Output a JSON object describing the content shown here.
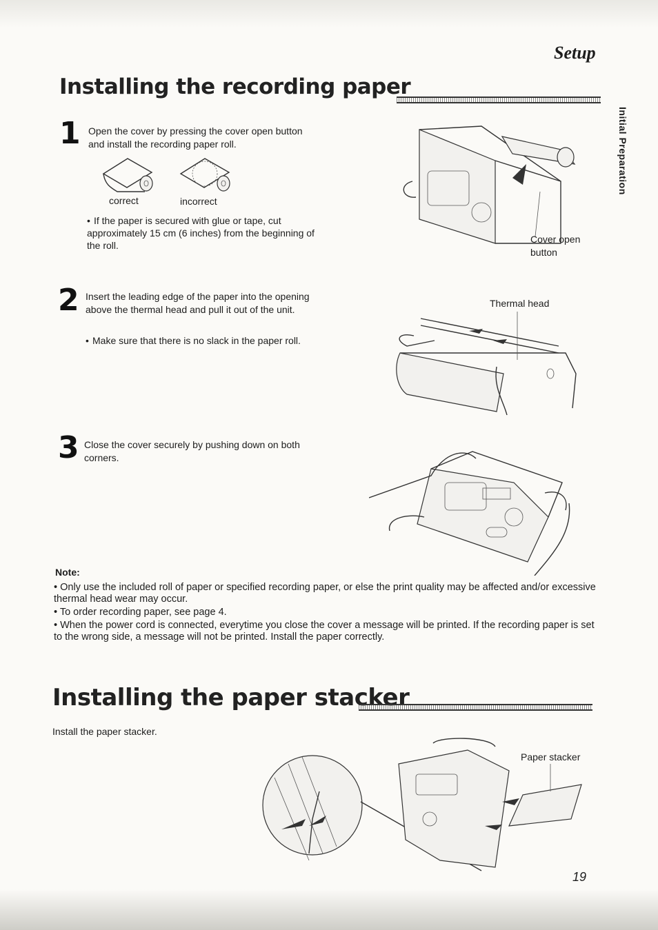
{
  "header": {
    "section": "Setup",
    "side_label": "Initial Preparation"
  },
  "section1": {
    "title": "Installing the recording paper",
    "step1": {
      "num": "1",
      "text": "Open the cover by pressing the cover open button and install the recording paper roll.",
      "label_correct": "correct",
      "label_incorrect": "incorrect",
      "bullet": "If the paper is secured with glue or tape, cut approximately 15 cm (6 inches) from the beginning of the roll.",
      "callout": "Cover open button"
    },
    "step2": {
      "num": "2",
      "text": "Insert the leading edge of the paper into the opening above the thermal head and pull it out of the unit.",
      "bullet": "Make sure that there is no slack in the paper roll.",
      "callout": "Thermal head"
    },
    "step3": {
      "num": "3",
      "text": "Close the cover securely by pushing down on both corners."
    },
    "note_title": "Note:",
    "notes": [
      "Only use the included roll of paper or specified recording paper, or else the print quality may be affected and/or excessive thermal head wear may occur.",
      "To order recording paper, see page 4.",
      "When the power cord is connected, everytime you close the cover a message will be printed. If the recording paper is set to the wrong side, a message will not be printed. Install the paper correctly."
    ]
  },
  "section2": {
    "title": "Installing the paper stacker",
    "text": "Install the paper stacker.",
    "callout": "Paper stacker"
  },
  "footer": {
    "page": "19"
  }
}
